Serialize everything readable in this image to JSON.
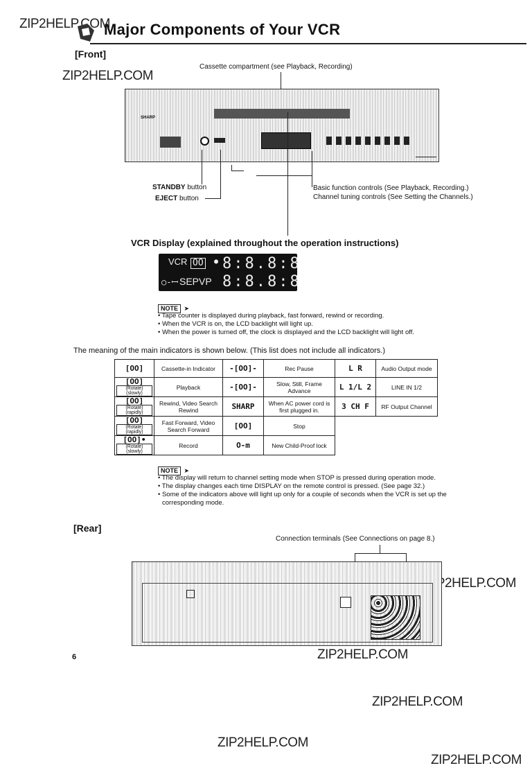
{
  "watermark": "ZIP2HELP.COM",
  "title": "Major Components of Your VCR",
  "front": {
    "heading": "[Front]",
    "cassette_label": "Cassette compartment (see Playback, Recording)",
    "standby_label": "STANDBY button",
    "eject_label": "EJECT button",
    "basic_controls_label": "Basic function controls (See Playback, Recording.)",
    "channel_controls_label": "Channel tuning controls (See Setting the Channels.)",
    "brand": "SHARP"
  },
  "display": {
    "heading": "VCR Display (explained throughout the operation instructions)",
    "lcd_vcr": "VCR",
    "lcd_sep": "SEPVP",
    "lcd_digits_top": "8:8.8:8",
    "lcd_digits_bottom": "8:8.8:8"
  },
  "note1": {
    "label": "NOTE",
    "items": [
      "• Tape counter is displayed during playback, fast forward, rewind or recording.",
      "• When the VCR is on, the LCD backlight will light up.",
      "• When the power is turned off, the clock is displayed and the LCD backlight will light off."
    ]
  },
  "meaning_intro": "The meaning of the main indicators is shown below. (This list does not include all indicators.)",
  "indicators": {
    "col1": [
      {
        "icon": "[OO]",
        "tag": "",
        "text": "Cassette-in Indicator"
      },
      {
        "icon": "[OO]",
        "tag": "(Rotate)(slowly)",
        "text": "Playback"
      },
      {
        "icon": "[OO]",
        "tag": "(Rotate)(rapidly)",
        "text": "Rewind, Video Search Rewind"
      },
      {
        "icon": "[OO]",
        "tag": "(Rotate)(rapidly)",
        "text": "Fast Forward, Video Search Forward"
      },
      {
        "icon": "[OO]•",
        "tag": "(Rotate)(slowly)",
        "text": "Record"
      }
    ],
    "col2": [
      {
        "icon": "-[OO]-",
        "text": "Rec Pause"
      },
      {
        "icon": "-[OO]-",
        "text": "Slow, Still, Frame Advance"
      },
      {
        "icon": "SHARP",
        "text": "When AC power cord is first plugged in."
      },
      {
        "icon": "[OO]",
        "text": "Stop"
      },
      {
        "icon": "O-m",
        "text": "New Child-Proof lock"
      }
    ],
    "col3": [
      {
        "icon": "L R",
        "text": "Audio Output mode"
      },
      {
        "icon": "L 1/L 2",
        "text": "LINE IN 1/2"
      },
      {
        "icon": "3 CH F",
        "text": "RF Output Channel"
      }
    ]
  },
  "note2": {
    "label": "NOTE",
    "items": [
      "• The display will return to channel setting mode when STOP is pressed during operation mode.",
      "• The display changes each time DISPLAY on the remote control is pressed. (See page 32.)",
      "• Some of the indicators above will light up only for a couple of seconds when the VCR is set up the",
      "corresponding mode."
    ]
  },
  "rear": {
    "heading": "[Rear]",
    "connection_label": "Connection terminals (See Connections on page 8.)"
  },
  "page_number": "6"
}
